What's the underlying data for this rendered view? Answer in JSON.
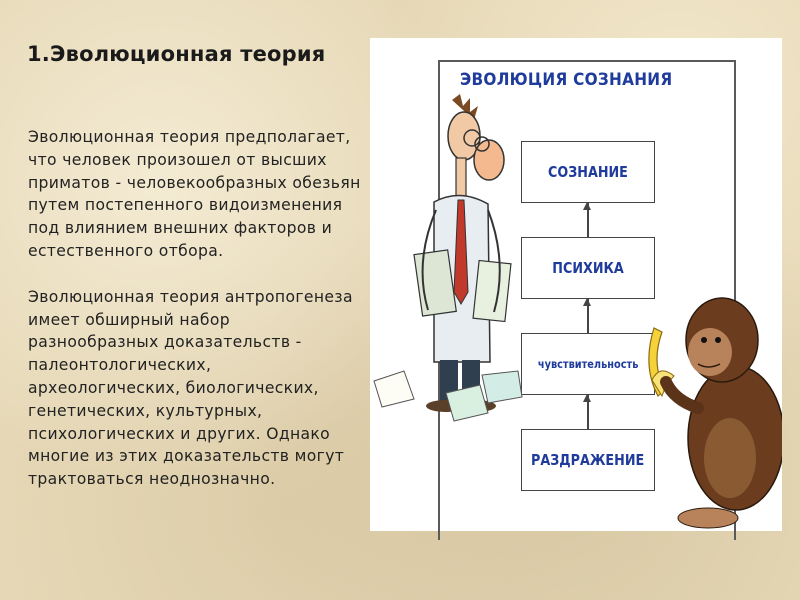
{
  "slide": {
    "title": "1.Эволюционная теория",
    "paragraphs": [
      "Эволюционная теория предполагает, что человек произошел от высших приматов - человекообразных обезьян путем постепенного видоизменения под влиянием внешних факторов и естественного отбора.",
      "Эволюционная теория антропогенеза имеет обширный набор разнообразных доказательств - палеонтологических, археологических, биологических, генетических, культурных, психологических и других. Однако многие из этих доказательств могут трактоваться неоднозначно."
    ]
  },
  "diagram": {
    "title": "ЭВОЛЮЦИЯ СОЗНАНИЯ",
    "boxes": [
      "СОЗНАНИЕ",
      "ПСИХИКА",
      "чувствительность",
      "РАЗДРАЖЕНИЕ"
    ]
  },
  "colors": {
    "background": "#e6d8b6",
    "diagram_text": "#1f3b9c",
    "body_text": "#222222"
  },
  "icons": [
    "scientist-illustration",
    "monkey-with-banana-illustration",
    "paper-sheets"
  ]
}
